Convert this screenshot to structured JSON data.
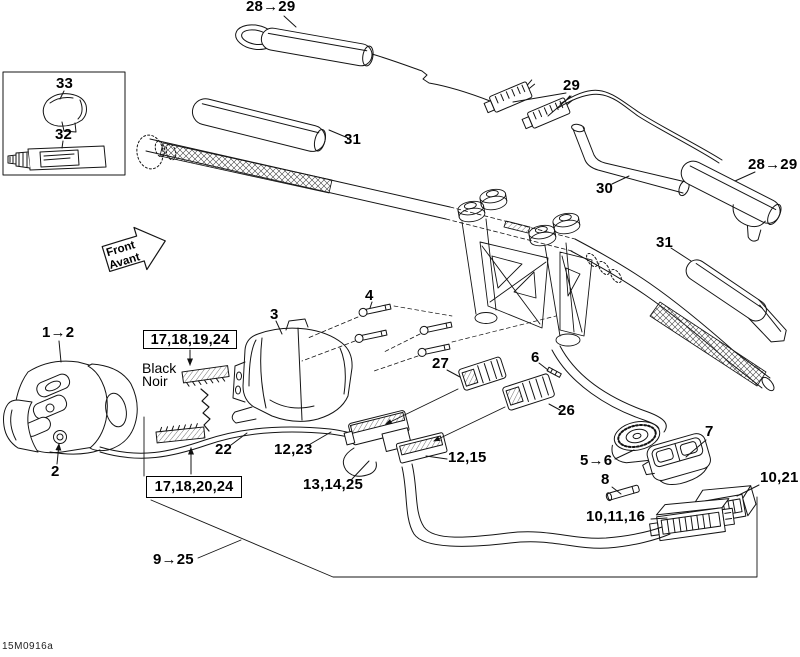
{
  "diagram": {
    "drawing_code": "15M0916a",
    "front_arrow": {
      "line1": "Front",
      "line2": "Avant"
    },
    "color_note": {
      "line1": "Black",
      "line2": "Noir"
    },
    "callouts": {
      "grip_top": "28→29",
      "cap_inset": "33",
      "lubricant_tube": "32",
      "connectors_pair": "29",
      "grip_sleeve_left": "31",
      "brace_bar": "30",
      "grip_right": "28→29",
      "grip_sleeve_right": "31",
      "switch_housing": "1→2",
      "tape_upper": "17,18,19,24",
      "steering_cover": "3",
      "screws": "4",
      "connector_27": "27",
      "pin_6": "6",
      "connector_26": "26",
      "harness_22": "22",
      "clip_1223": "12,23",
      "switch_button": "2",
      "connector_131425": "13,14,25",
      "connector_1215": "12,15",
      "dimmer_switch": "5→6",
      "switch_module": "7",
      "pin_8": "8",
      "connector_1021": "10,21",
      "connector_101116": "10,11,16",
      "tape_lower": "17,18,20,24",
      "main_harness": "9→25"
    }
  }
}
